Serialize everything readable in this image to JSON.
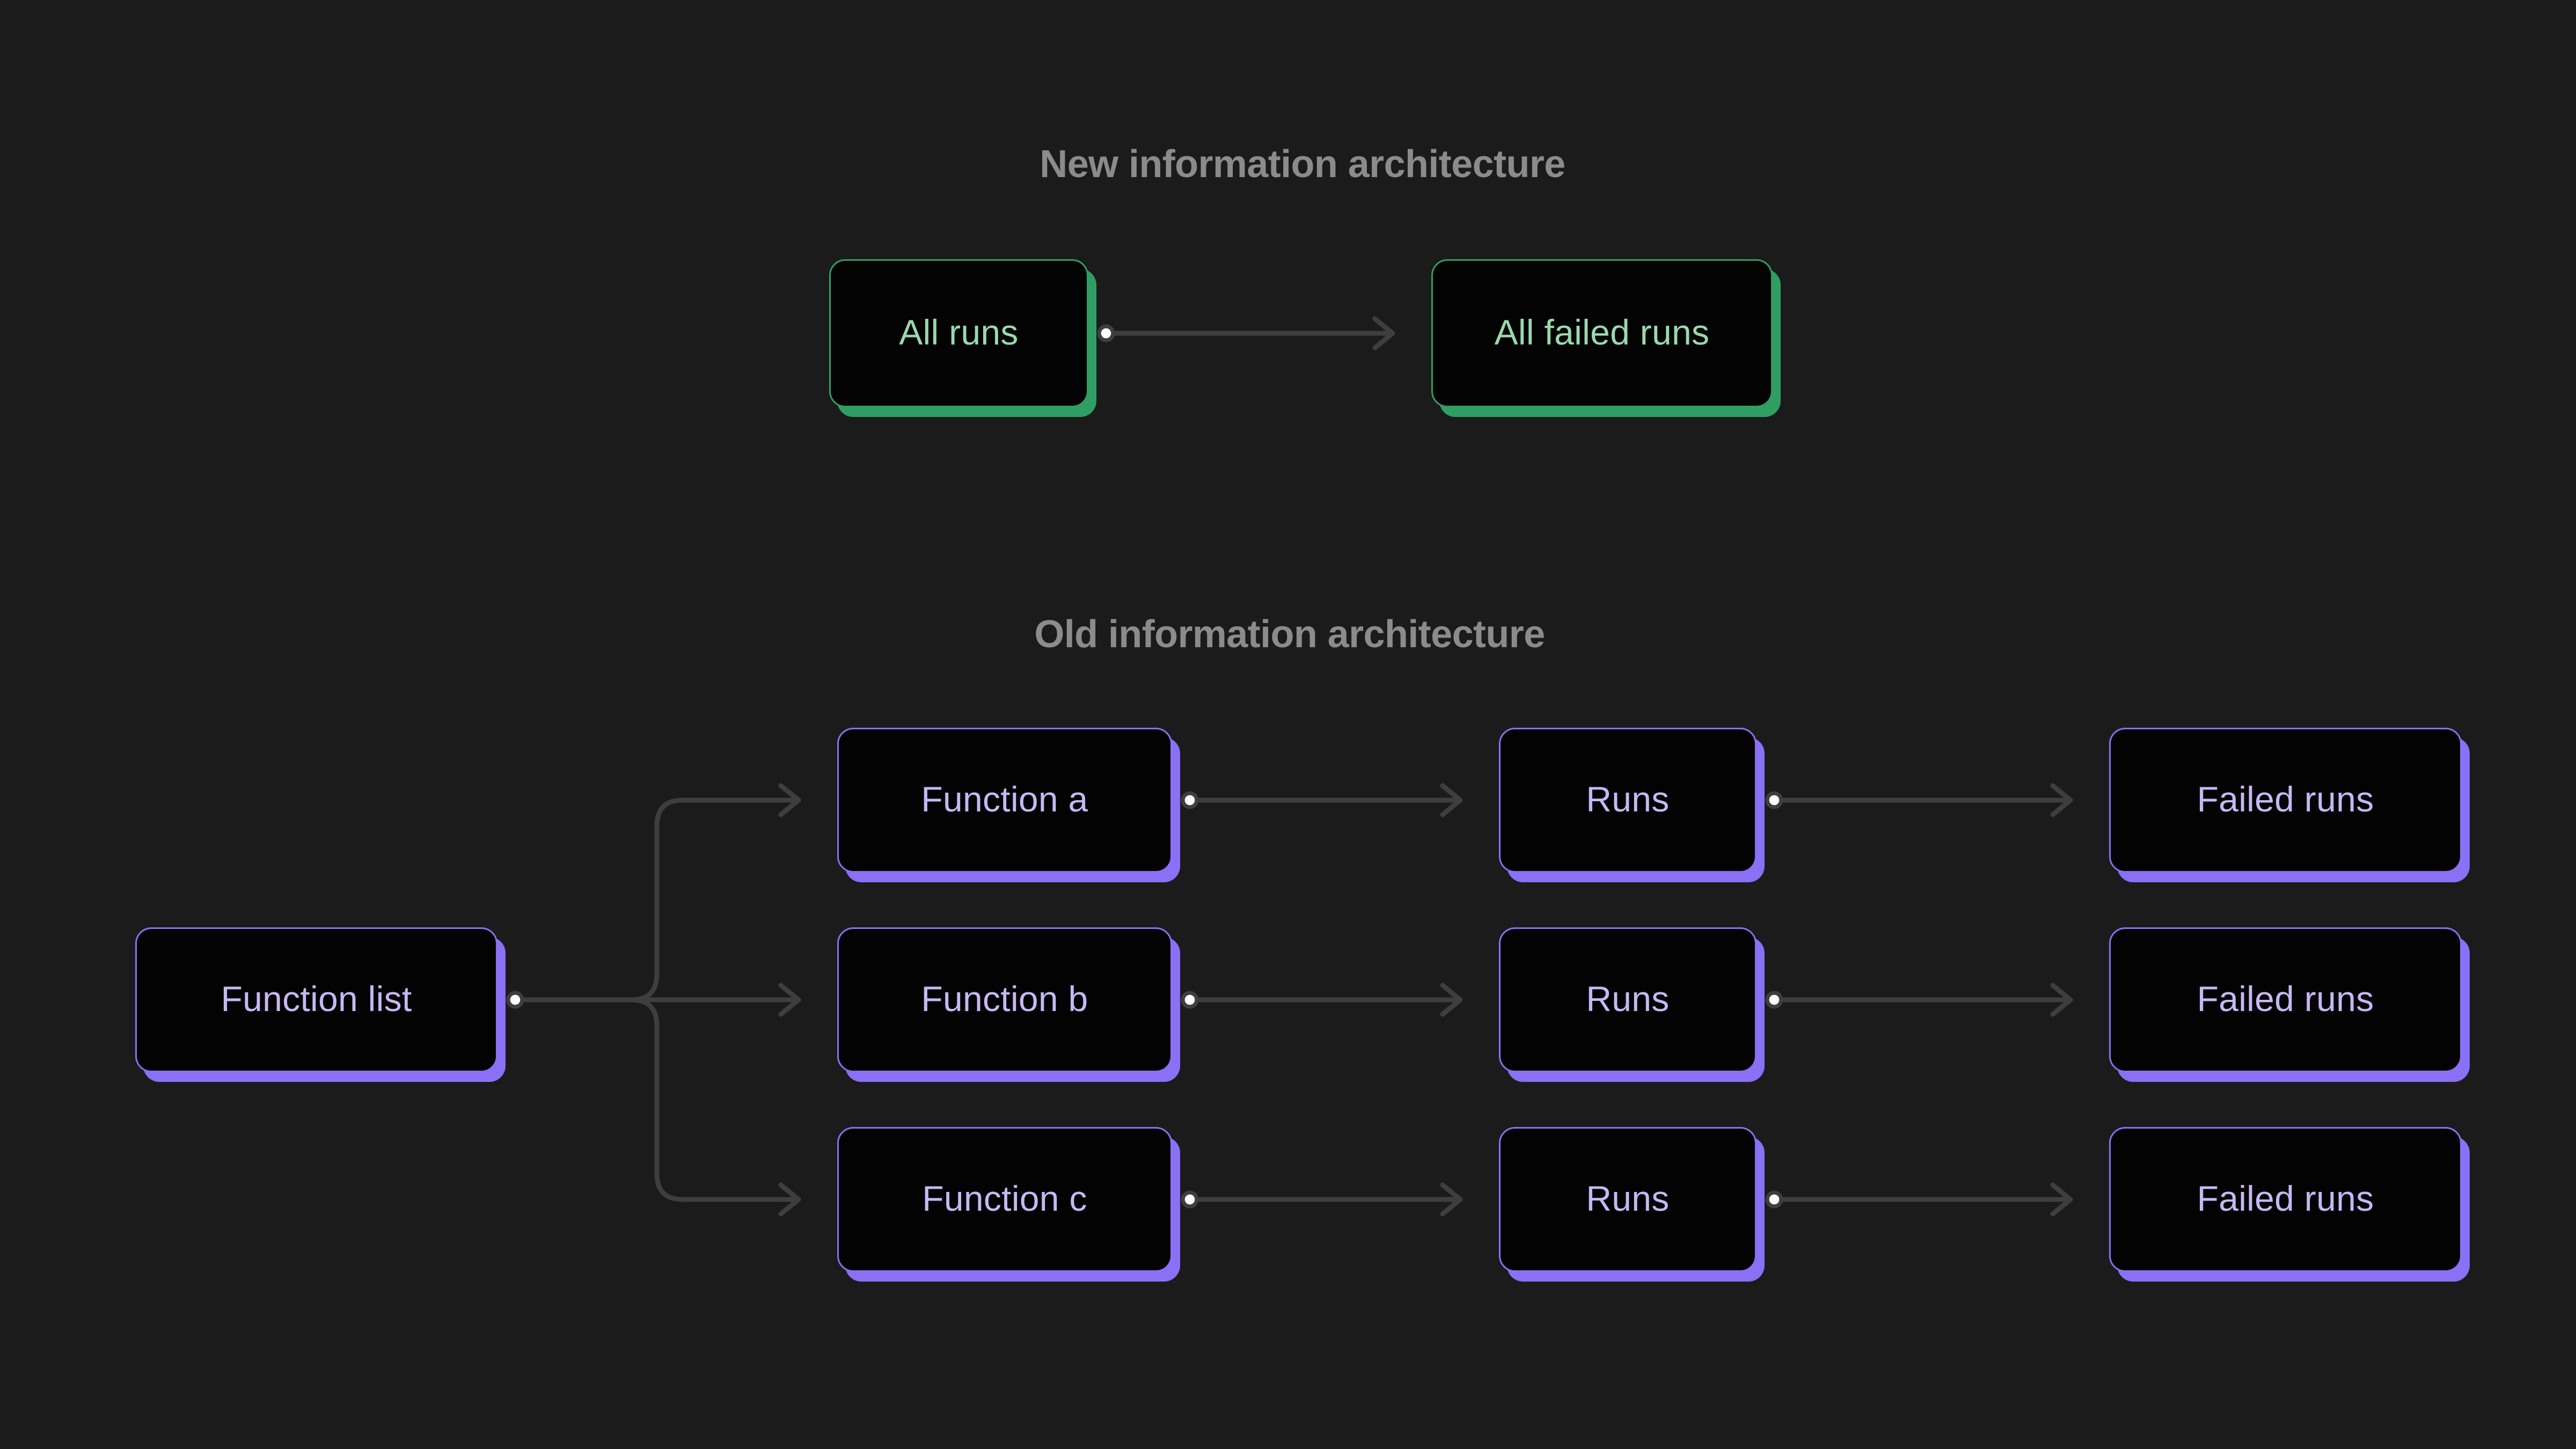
{
  "colors": {
    "background": "#1b1b1b",
    "node_fill": "#030303",
    "connector": "#3e3e3e",
    "dot_fill": "#ffffff",
    "section_title": "#8b8b8b",
    "green_accent": "#2f9e62",
    "green_text": "#99d9ad",
    "purple_accent": "#8a70f4",
    "purple_text": "#c6b8f4"
  },
  "new_section": {
    "title": "New information architecture",
    "nodes": {
      "all_runs": "All runs",
      "all_failed_runs": "All failed runs"
    }
  },
  "old_section": {
    "title": "Old information architecture",
    "nodes": {
      "function_list": "Function list",
      "function_a": "Function a",
      "function_b": "Function b",
      "function_c": "Function c",
      "runs": "Runs",
      "failed_runs": "Failed runs"
    }
  },
  "edges": [
    {
      "from": "all_runs",
      "to": "all_failed_runs"
    },
    {
      "from": "function_list",
      "to": "function_a"
    },
    {
      "from": "function_list",
      "to": "function_b"
    },
    {
      "from": "function_list",
      "to": "function_c"
    },
    {
      "from": "function_a",
      "to": "runs_row_a"
    },
    {
      "from": "function_b",
      "to": "runs_row_b"
    },
    {
      "from": "function_c",
      "to": "runs_row_c"
    },
    {
      "from": "runs_row_a",
      "to": "failed_runs_row_a"
    },
    {
      "from": "runs_row_b",
      "to": "failed_runs_row_b"
    },
    {
      "from": "runs_row_c",
      "to": "failed_runs_row_c"
    }
  ]
}
